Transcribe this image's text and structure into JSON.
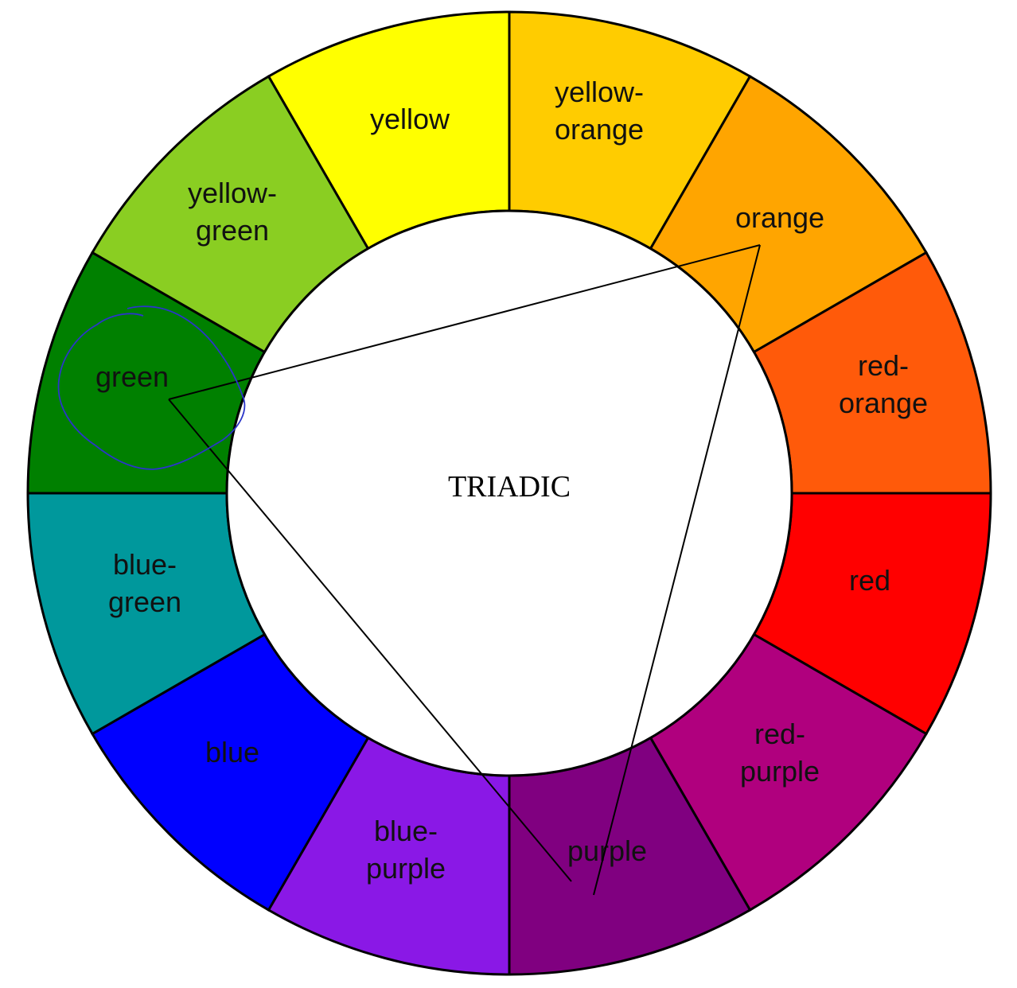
{
  "diagram": {
    "center_label": "TRIADIC",
    "segments": [
      {
        "key": "yellow",
        "lines": [
          "yellow"
        ],
        "color": "#FFFF00"
      },
      {
        "key": "yellow-orange",
        "lines": [
          "yellow-",
          "orange"
        ],
        "color": "#FFCC00"
      },
      {
        "key": "orange",
        "lines": [
          "orange"
        ],
        "color": "#FFA500"
      },
      {
        "key": "red-orange",
        "lines": [
          "red-",
          "orange"
        ],
        "color": "#FF5A0A"
      },
      {
        "key": "red",
        "lines": [
          "red"
        ],
        "color": "#FF0000"
      },
      {
        "key": "red-purple",
        "lines": [
          "red-",
          "purple"
        ],
        "color": "#B0007E"
      },
      {
        "key": "purple",
        "lines": [
          "purple"
        ],
        "color": "#800080"
      },
      {
        "key": "blue-purple",
        "lines": [
          "blue-",
          "purple"
        ],
        "color": "#8A18E6"
      },
      {
        "key": "blue",
        "lines": [
          "blue"
        ],
        "color": "#0000FF"
      },
      {
        "key": "blue-green",
        "lines": [
          "blue-",
          "green"
        ],
        "color": "#00989C"
      },
      {
        "key": "green",
        "lines": [
          "green"
        ],
        "color": "#008000"
      },
      {
        "key": "yellow-green",
        "lines": [
          "yellow-",
          "green"
        ],
        "color": "#8ACE22"
      }
    ],
    "triad": [
      "green",
      "orange",
      "purple"
    ],
    "highlighted": "green",
    "colors": {
      "outline": "#000000",
      "inner_fill": "#FFFFFF",
      "triad_line": "#000000",
      "scribble": "#2A35C8"
    }
  }
}
